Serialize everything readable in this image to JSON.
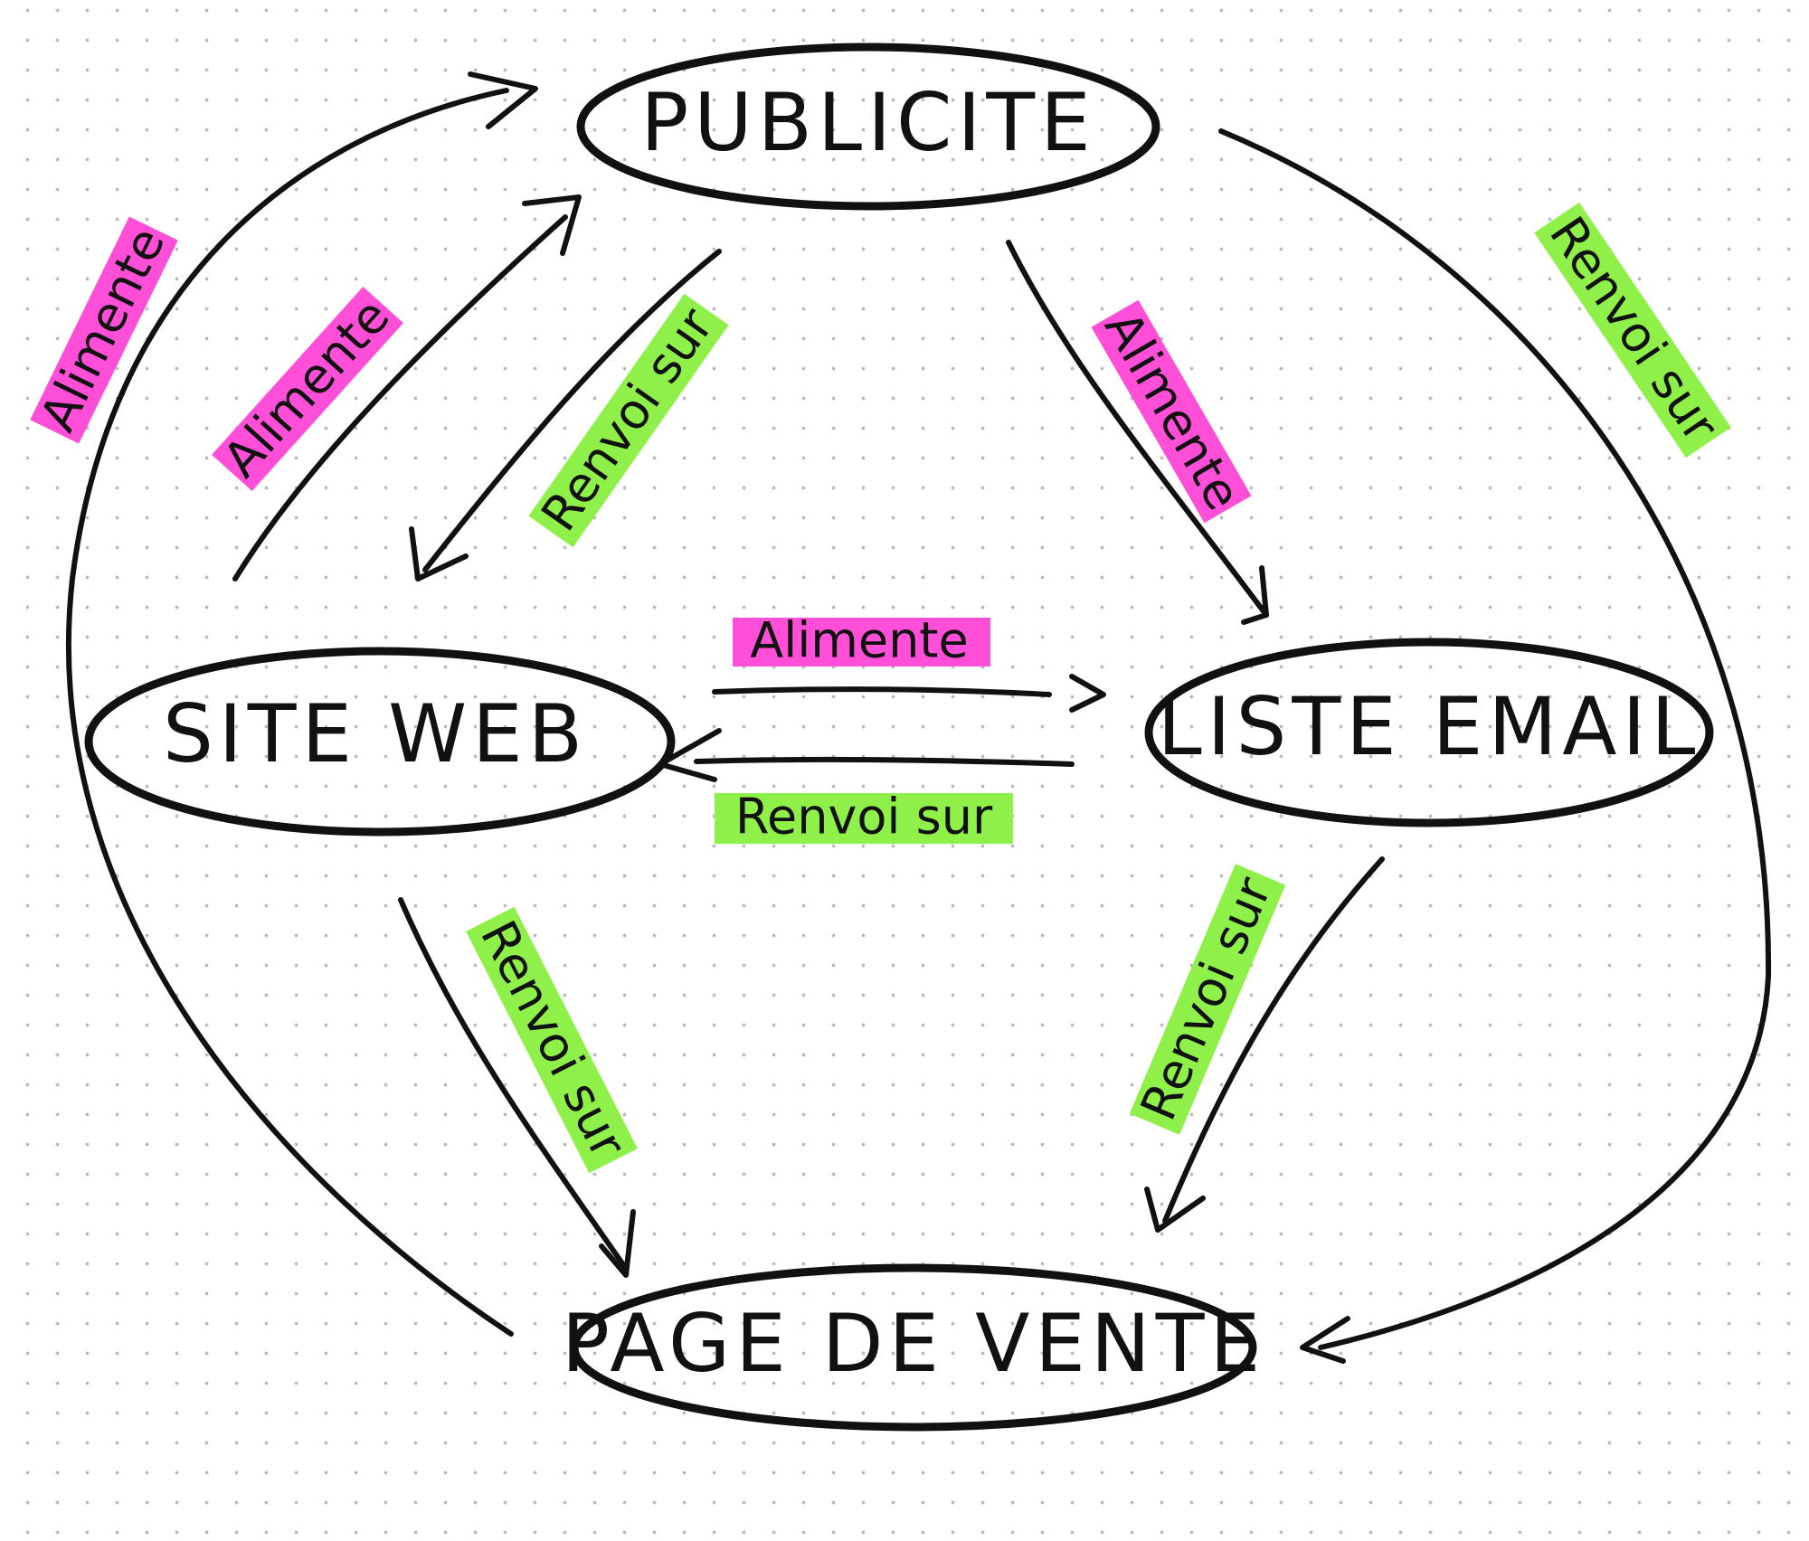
{
  "nodes": {
    "publicite": "PUBLICITE",
    "site_web": "SITE WEB",
    "liste_email": "LISTE EMAIL",
    "page_de_vente": "PAGE DE VENTE"
  },
  "labels": {
    "alimente": "Alimente",
    "renvoi_sur": "Renvoi sur"
  },
  "colors": {
    "alimente_highlight": "#ff4fd8",
    "renvoi_highlight": "#8ff04a",
    "ink": "#111111"
  }
}
